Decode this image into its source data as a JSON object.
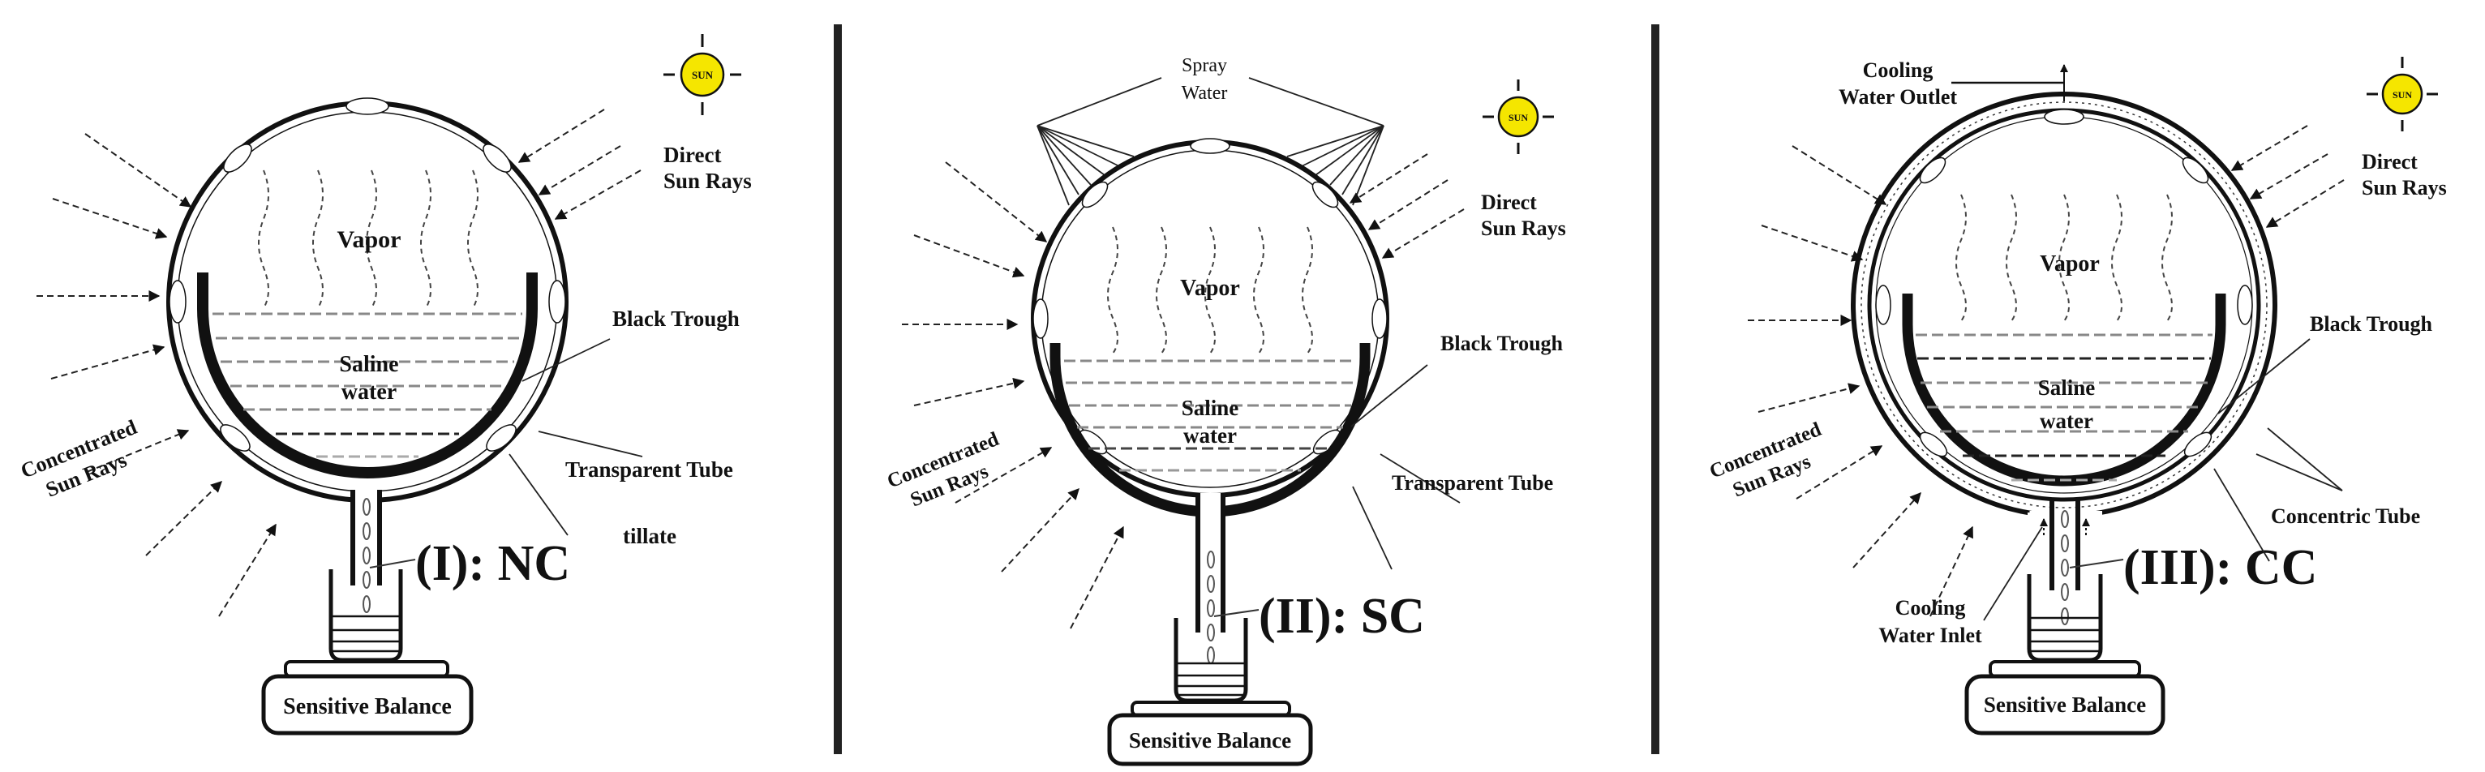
{
  "figure": {
    "panels": [
      {
        "id": "I",
        "caption": "(I): NC",
        "labels": {
          "sun": "SUN",
          "direct_rays_1": "Direct",
          "direct_rays_2": "Sun Rays",
          "concentrated_1": "Concentrated",
          "concentrated_2": "Sun Rays",
          "vapor": "Vapor",
          "saline_1": "Saline",
          "saline_2": "water",
          "trough": "Black Trough",
          "tube": "Transparent Tube",
          "distillate": "tillate",
          "balance": "Sensitive Balance"
        }
      },
      {
        "id": "II",
        "caption": "(II): SC",
        "labels": {
          "spray_1": "Spray",
          "spray_2": "Water",
          "sun": "SUN",
          "direct_rays_1": "Direct",
          "direct_rays_2": "Sun Rays",
          "concentrated_1": "Concentrated",
          "concentrated_2": "Sun Rays",
          "vapor": "Vapor",
          "saline_1": "Saline",
          "saline_2": "water",
          "trough": "Black Trough",
          "tube": "Transparent Tube",
          "balance": "Sensitive Balance"
        }
      },
      {
        "id": "III",
        "caption": "(III): CC",
        "labels": {
          "outlet_1": "Cooling",
          "outlet_2": "Water Outlet",
          "sun": "SUN",
          "direct_rays_1": "Direct",
          "direct_rays_2": "Sun Rays",
          "concentrated_1": "Concentrated",
          "concentrated_2": "Sun Rays",
          "vapor": "Vapor",
          "saline_1": "Saline",
          "saline_2": "water",
          "trough": "Black Trough",
          "tube": "Concentric Tube",
          "inlet_1": "Cooling",
          "inlet_2": "Water Inlet",
          "balance": "Sensitive Balance"
        }
      }
    ],
    "colors": {
      "sun_fill": "#f5e600",
      "line": "#111111",
      "water_dash": "#888888",
      "divider": "#222222"
    }
  }
}
